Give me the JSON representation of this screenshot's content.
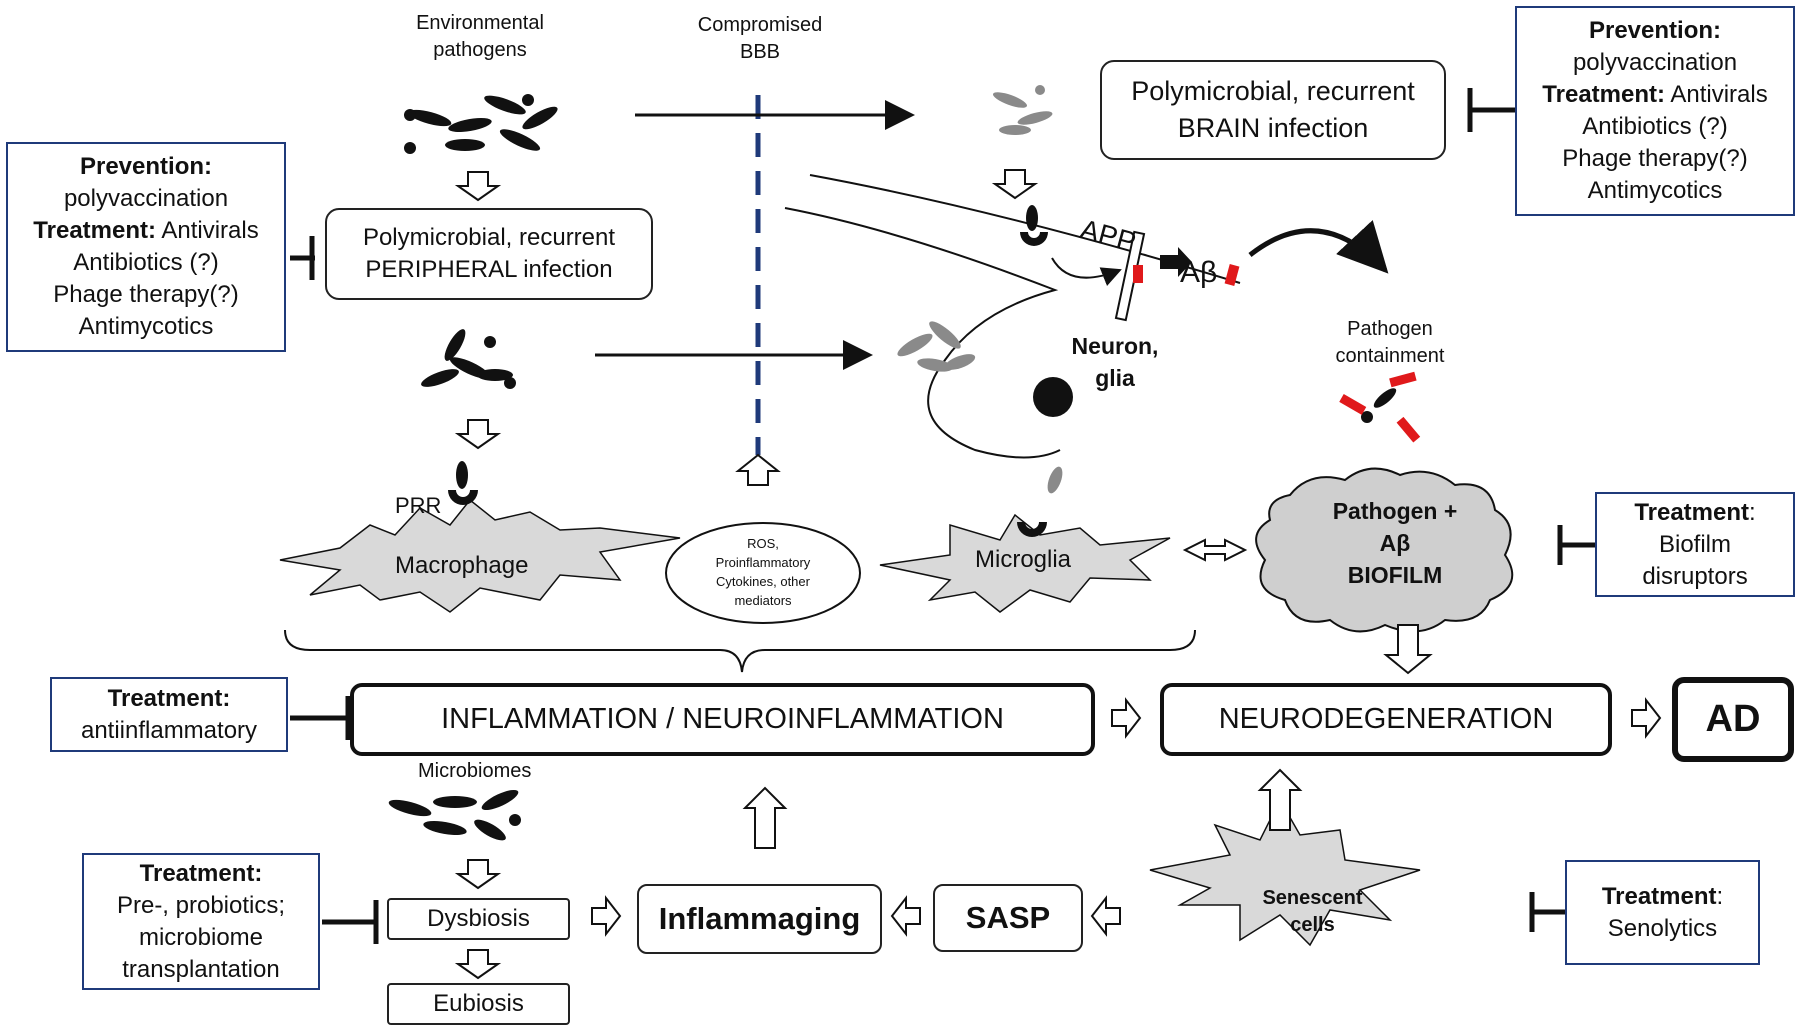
{
  "top": {
    "environmental_pathogens": [
      "Environmental",
      "pathogens"
    ],
    "compromised_bbb": [
      "Compromised",
      "BBB"
    ]
  },
  "boxes": {
    "peripheral_infection": [
      "Polymicrobial, recurrent",
      "PERIPHERAL infection"
    ],
    "brain_infection": [
      "Polymicrobial, recurrent",
      "BRAIN infection"
    ],
    "inflammation": "INFLAMMATION / NEUROINFLAMMATION",
    "neurodegeneration": "NEURODEGENERATION",
    "ad": "AD",
    "inflammaging": "Inflammaging",
    "sasp": "SASP",
    "dysbiosis": "Dysbiosis",
    "eubiosis": "Eubiosis"
  },
  "treatments": {
    "left_prevention": {
      "prevention_label": "Prevention:",
      "prevention_text": "polyvaccination",
      "treatment_label": "Treatment:",
      "treatment_first": " Antivirals",
      "lines": [
        "Antibiotics (?)",
        "Phage therapy(?)",
        "Antimycotics"
      ]
    },
    "right_prevention": {
      "prevention_label": "Prevention:",
      "prevention_text": "polyvaccination",
      "treatment_label": "Treatment:",
      "treatment_first": " Antivirals",
      "lines": [
        "Antibiotics (?)",
        "Phage therapy(?)",
        "Antimycotics"
      ]
    },
    "biofilm": {
      "label": "Treatment",
      "colon": ":",
      "lines": [
        "Biofilm",
        "disruptors"
      ]
    },
    "antiinflammatory": {
      "label": "Treatment:",
      "lines": [
        "antiinflammatory"
      ]
    },
    "microbiome": {
      "label": "Treatment:",
      "lines": [
        "Pre-, probiotics;",
        "microbiome",
        "transplantation"
      ]
    },
    "senolytics": {
      "label": "Treatment",
      "colon": ":",
      "lines": [
        "Senolytics"
      ]
    }
  },
  "cells": {
    "macrophage": "Macrophage",
    "microglia": "Microglia",
    "prr": "PRR",
    "neuron_glia": [
      "Neuron,",
      "glia"
    ],
    "app": "APP",
    "abeta": "Aβ",
    "senescent": [
      "Senescent",
      "cells"
    ]
  },
  "mediators": [
    "ROS,",
    "Proinflammatory",
    "Cytokines, other",
    "mediators"
  ],
  "pathogen_containment": [
    "Pathogen",
    "containment"
  ],
  "biofilm_cloud": [
    "Pathogen +",
    "Aβ",
    "BIOFILM"
  ],
  "microbiomes": "Microbiomes",
  "colors": {
    "navy": "#1f3a7a",
    "gray_fill": "#d9d9d9",
    "red": "#e0191b",
    "black": "#111111"
  }
}
